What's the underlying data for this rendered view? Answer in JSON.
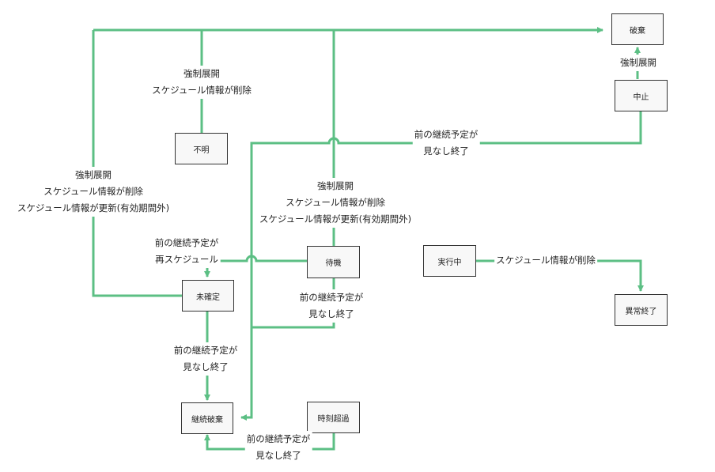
{
  "states": {
    "haki": "破棄",
    "chushi": "中止",
    "fumei": "不明",
    "taiki": "待機",
    "jikkochu": "実行中",
    "mikakutei": "未確定",
    "ijo_shuryo": "異常終了",
    "keizoku_haki": "継続破棄",
    "jikoku_choka": "時刻超過"
  },
  "transitions": {
    "top_to_haki": [
      "強制展開",
      "スケジュール情報が削除"
    ],
    "chushi_to_haki": [
      "強制展開"
    ],
    "chushi_predecessor": [
      "前の継続予定が",
      "見なし終了"
    ],
    "left_loop": [
      "強制展開",
      "スケジュール情報が削除",
      "スケジュール情報が更新(有効期間外)"
    ],
    "taiki_to_haki": [
      "強制展開",
      "スケジュール情報が削除",
      "スケジュール情報が更新(有効期間外)"
    ],
    "taiki_to_mikakutei": [
      "前の継続予定が",
      "再スケジュール"
    ],
    "taiki_to_keizoku": [
      "前の継続予定が",
      "見なし終了"
    ],
    "jikkochu_to_ijo": [
      "スケジュール情報が削除"
    ],
    "mikakutei_to_keizoku": [
      "前の継続予定が",
      "見なし終了"
    ],
    "jikoku_to_keizoku": [
      "前の継続予定が",
      "見なし終了"
    ]
  },
  "colors": {
    "edge": "#5cbf84",
    "node_border": "#333333",
    "node_fill": "#f8f8f8"
  }
}
